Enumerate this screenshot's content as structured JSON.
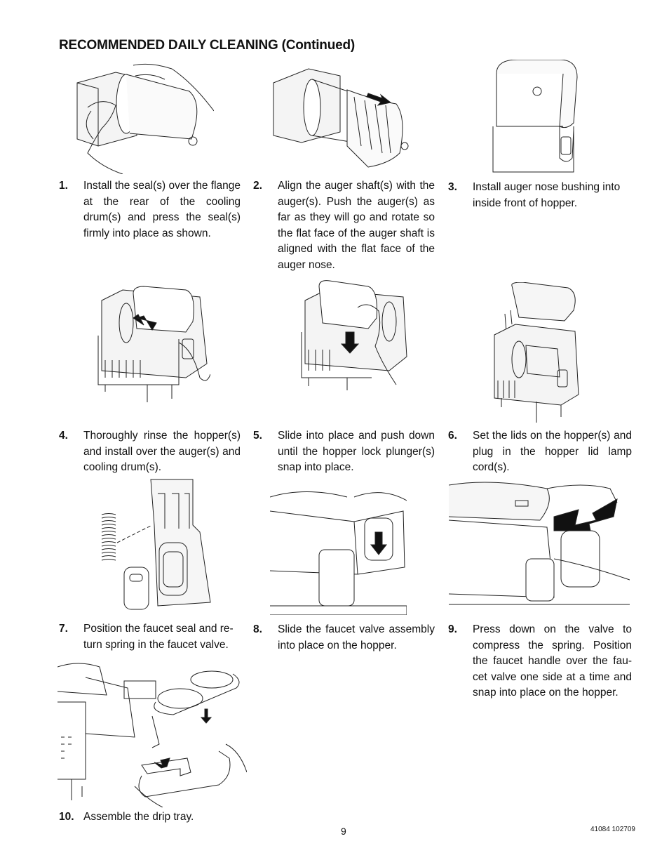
{
  "heading": "RECOMMENDED DAILY CLEANING (Continued)",
  "steps": [
    {
      "num": "1.",
      "text": "Install the seal(s) over the flange at the rear of the cooling drum(s) and press the seal(s) firmly into place as shown."
    },
    {
      "num": "2.",
      "text": "Align the auger shaft(s) with the auger(s). Push the auger(s) as far as they will go and rotate so the flat face of the auger shaft is aligned with the flat face of the auger nose."
    },
    {
      "num": "3.",
      "text": "Install auger nose bushing into inside front of hopper."
    },
    {
      "num": "4.",
      "text": "Thoroughly rinse the hopper(s) and install over the auger(s) and cooling drum(s)."
    },
    {
      "num": "5.",
      "text": "Slide into place and push down until the hopper lock plunger(s) snap into place."
    },
    {
      "num": "6.",
      "text": "Set the lids on the hopper(s) and plug in the hopper lid lamp cord(s)."
    },
    {
      "num": "7.",
      "text": "Position the faucet seal and re- turn spring in the faucet valve."
    },
    {
      "num": "8.",
      "text": "Slide the faucet valve assembly into place on the hopper."
    },
    {
      "num": "9.",
      "text": "Press down on the valve to compress the spring. Position the faucet handle over the fau- cet valve one side at a time and snap into place on the hopper."
    },
    {
      "num": "10.",
      "text": "Assemble the drip tray."
    }
  ],
  "page_number": "9",
  "doc_code": "41084 102709"
}
